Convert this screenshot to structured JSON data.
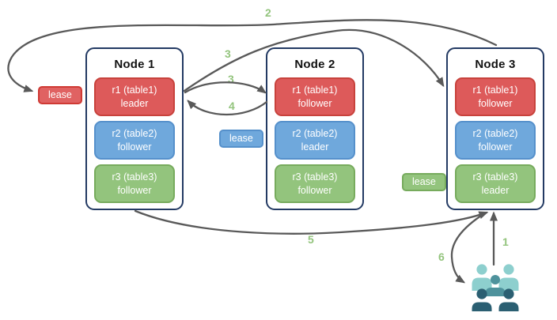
{
  "nodes": [
    {
      "title": "Node 1",
      "replicas": [
        {
          "name": "r1 (table1)",
          "role": "leader",
          "color": "red"
        },
        {
          "name": "r2 (table2)",
          "role": "follower",
          "color": "blue"
        },
        {
          "name": "r3 (table3)",
          "role": "follower",
          "color": "green"
        }
      ]
    },
    {
      "title": "Node 2",
      "replicas": [
        {
          "name": "r1 (table1)",
          "role": "follower",
          "color": "red"
        },
        {
          "name": "r2 (table2)",
          "role": "leader",
          "color": "blue"
        },
        {
          "name": "r3 (table3)",
          "role": "follower",
          "color": "green"
        }
      ]
    },
    {
      "title": "Node 3",
      "replicas": [
        {
          "name": "r1 (table1)",
          "role": "follower",
          "color": "red"
        },
        {
          "name": "r2 (table2)",
          "role": "follower",
          "color": "blue"
        },
        {
          "name": "r3 (table3)",
          "role": "leader",
          "color": "green"
        }
      ]
    }
  ],
  "leases": [
    {
      "label": "lease",
      "color": "red"
    },
    {
      "label": "lease",
      "color": "blue"
    },
    {
      "label": "lease",
      "color": "green"
    }
  ],
  "arrow_labels": {
    "step1": "1",
    "step2": "2",
    "step3a": "3",
    "step3b": "3",
    "step4": "4",
    "step5": "5",
    "step6": "6"
  },
  "icons": {
    "users": "users-icon"
  },
  "palette": {
    "node_border": "#233a63",
    "replica_red": "#dd5a5a",
    "replica_blue": "#6fa8dc",
    "replica_green": "#93c47d",
    "arrow": "#595959",
    "arrow_label_green": "#93c47d",
    "users_light_teal": "#8dcfce",
    "users_medium_teal": "#4e929c",
    "users_dark_slate": "#2b5f72"
  }
}
